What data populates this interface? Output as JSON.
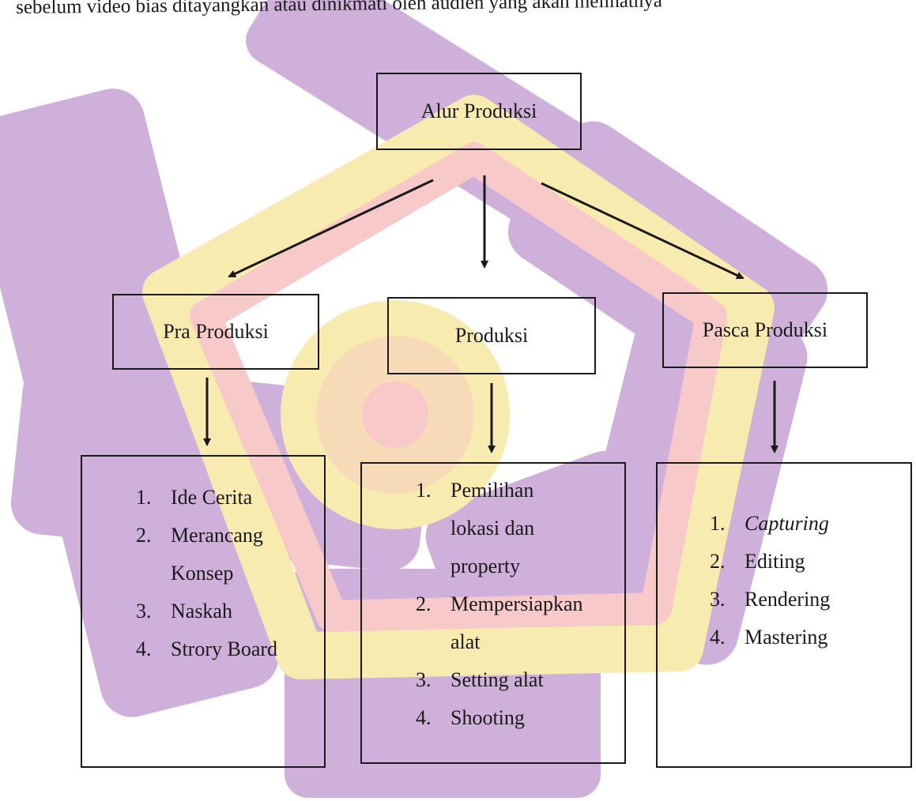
{
  "top_text": "sebelum video bias ditayangkan atau dinikmati oleh audien yang akan melihatnya",
  "root": {
    "label": "Alur Produksi"
  },
  "stages": [
    {
      "label": "Pra Produksi",
      "steps": [
        {
          "num": "1.",
          "lines": [
            "Ide Cerita"
          ]
        },
        {
          "num": "2.",
          "lines": [
            "Merancang",
            "Konsep"
          ]
        },
        {
          "num": "3.",
          "lines": [
            "Naskah"
          ]
        },
        {
          "num": "4.",
          "lines": [
            "Strory Board"
          ]
        }
      ]
    },
    {
      "label": "Produksi",
      "steps": [
        {
          "num": "1.",
          "lines": [
            "Pemilihan",
            "lokasi dan",
            "property"
          ]
        },
        {
          "num": "2.",
          "lines": [
            "Mempersiapkan",
            "alat"
          ]
        },
        {
          "num": "3.",
          "lines": [
            "Setting alat"
          ]
        },
        {
          "num": "4.",
          "lines": [
            "Shooting"
          ]
        }
      ]
    },
    {
      "label": "Pasca Produksi",
      "steps": [
        {
          "num": "1.",
          "lines": [
            "Capturing"
          ],
          "italic": true
        },
        {
          "num": "2.",
          "lines": [
            "Editing"
          ]
        },
        {
          "num": "3.",
          "lines": [
            "Rendering"
          ]
        },
        {
          "num": "4.",
          "lines": [
            "Mastering"
          ]
        }
      ]
    }
  ],
  "colors": {
    "watermark_purple": "#c9a8d6",
    "watermark_yellow": "#f8e9a6",
    "watermark_pink": "#f6c3c3",
    "line": "#1a1a1a"
  }
}
